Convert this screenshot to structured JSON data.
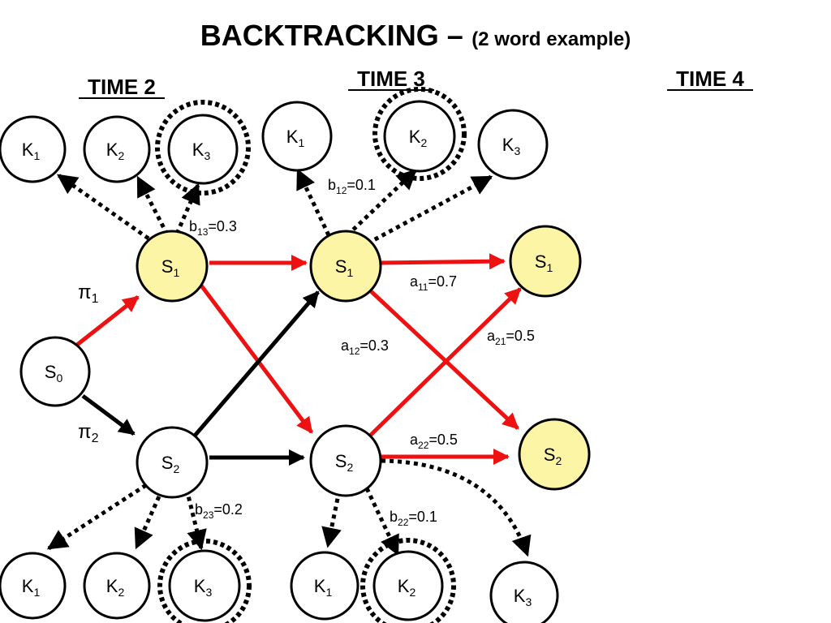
{
  "title": {
    "main": "BACKTRACKING –",
    "sub": "(2 word example)"
  },
  "time_labels": [
    "TIME 2",
    "TIME 3",
    "TIME 4"
  ],
  "colors": {
    "highlight_node": "#fdf5a6",
    "plain_node": "#ffffff",
    "red_path": "#ee1111",
    "black_path": "#000000"
  },
  "nodes": {
    "s0": {
      "main": "S",
      "sub": "0"
    },
    "t2_s1": {
      "main": "S",
      "sub": "1"
    },
    "t2_s2": {
      "main": "S",
      "sub": "2"
    },
    "t3_s1": {
      "main": "S",
      "sub": "1"
    },
    "t3_s2": {
      "main": "S",
      "sub": "2"
    },
    "t4_s1": {
      "main": "S",
      "sub": "1"
    },
    "t4_s2": {
      "main": "S",
      "sub": "2"
    },
    "t2_top_k1": {
      "main": "K",
      "sub": "1"
    },
    "t2_top_k2": {
      "main": "K",
      "sub": "2"
    },
    "t2_top_k3": {
      "main": "K",
      "sub": "3"
    },
    "t3_top_k1": {
      "main": "K",
      "sub": "1"
    },
    "t3_top_k2": {
      "main": "K",
      "sub": "2"
    },
    "t3_top_k3": {
      "main": "K",
      "sub": "3"
    },
    "t2_bot_k1": {
      "main": "K",
      "sub": "1"
    },
    "t2_bot_k2": {
      "main": "K",
      "sub": "2"
    },
    "t2_bot_k3": {
      "main": "K",
      "sub": "3"
    },
    "t3_bot_k1": {
      "main": "K",
      "sub": "1"
    },
    "t3_bot_k2": {
      "main": "K",
      "sub": "2"
    },
    "t3_bot_k3": {
      "main": "K",
      "sub": "3"
    }
  },
  "labels": {
    "pi1": {
      "main": "π",
      "sub": "1",
      "rest": ""
    },
    "pi2": {
      "main": "π",
      "sub": "2",
      "rest": ""
    },
    "b13": {
      "main": "b",
      "sub": "13",
      "rest": "=0.3"
    },
    "b12": {
      "main": "b",
      "sub": "12",
      "rest": "=0.1"
    },
    "b23": {
      "main": "b",
      "sub": "23",
      "rest": "=0.2"
    },
    "b22": {
      "main": "b",
      "sub": "22",
      "rest": "=0.1"
    },
    "a11": {
      "main": "a",
      "sub": "11",
      "rest": "=0.7"
    },
    "a12": {
      "main": "a",
      "sub": "12",
      "rest": "=0.3"
    },
    "a21": {
      "main": "a",
      "sub": "21",
      "rest": "=0.5"
    },
    "a22": {
      "main": "a",
      "sub": "22",
      "rest": "=0.5"
    }
  }
}
